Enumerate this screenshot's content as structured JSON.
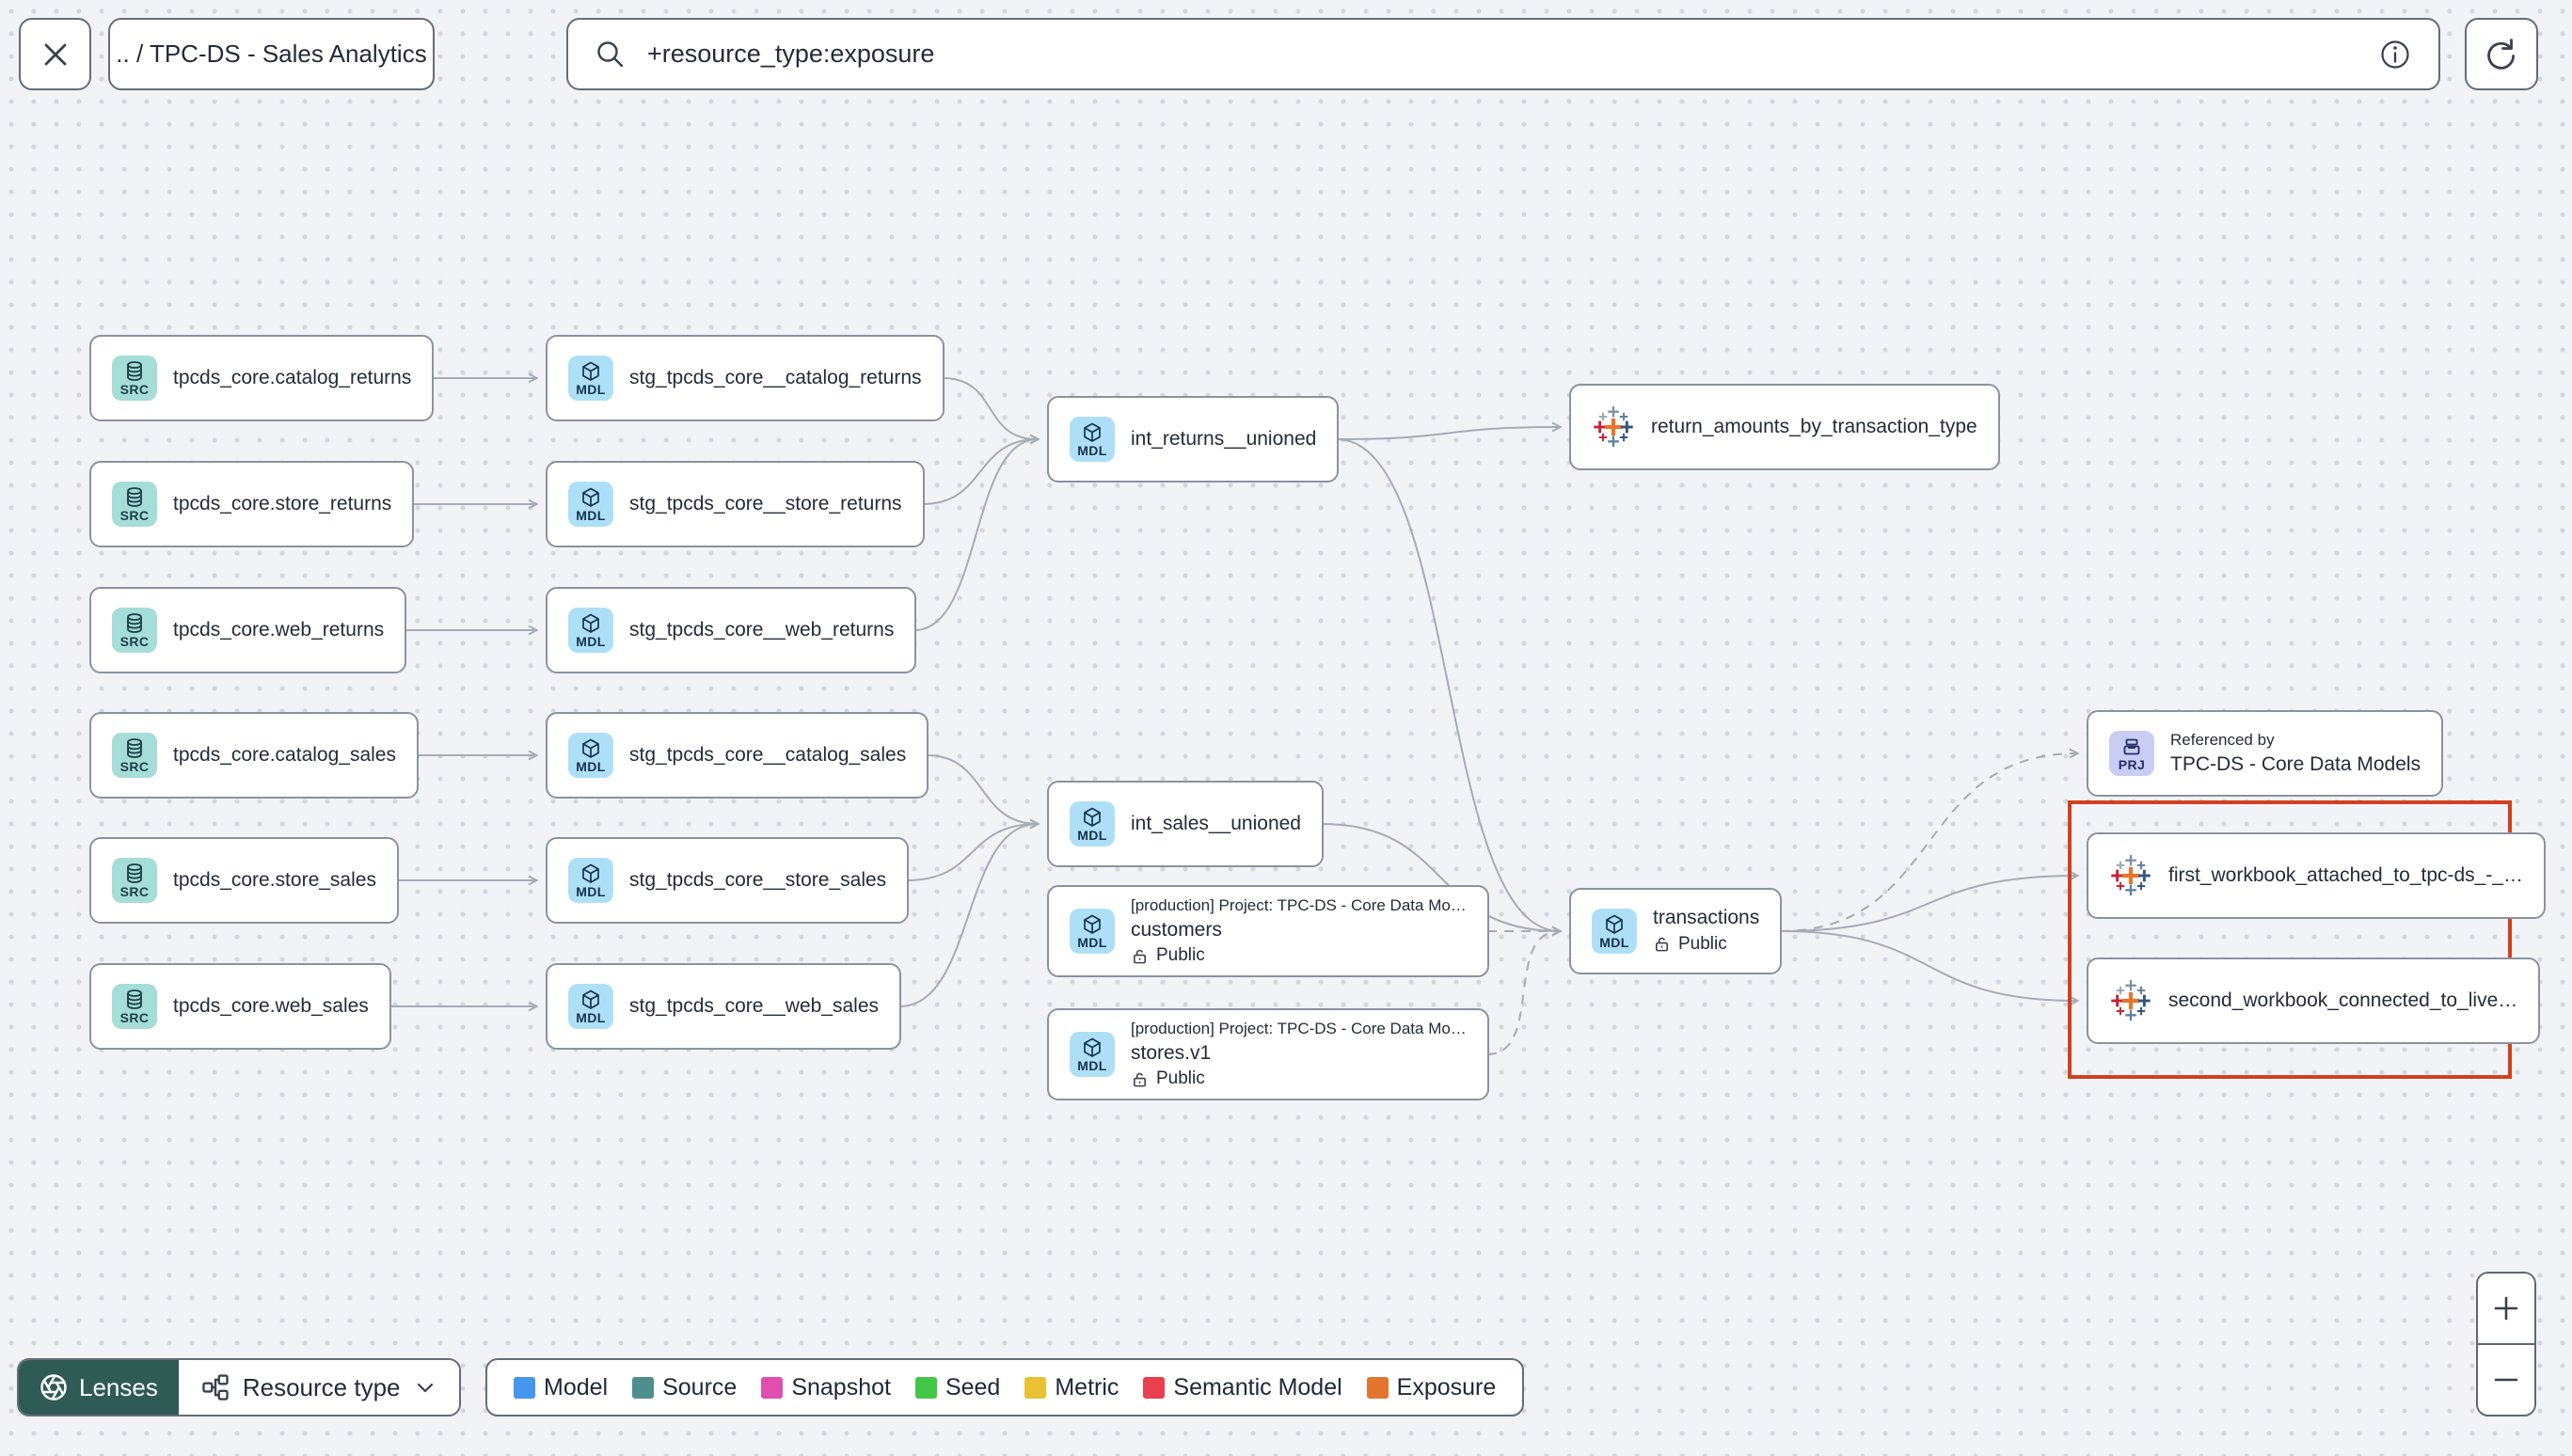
{
  "header": {
    "breadcrumb": ".. / TPC-DS - Sales Analytics",
    "search_query": "+resource_type:exposure"
  },
  "graph": {
    "nodes": [
      {
        "id": "src_catalog_returns",
        "kind": "simple",
        "badge": "SRC",
        "label": "tpcds_core.catalog_returns"
      },
      {
        "id": "src_store_returns",
        "kind": "simple",
        "badge": "SRC",
        "label": "tpcds_core.store_returns"
      },
      {
        "id": "src_web_returns",
        "kind": "simple",
        "badge": "SRC",
        "label": "tpcds_core.web_returns"
      },
      {
        "id": "src_catalog_sales",
        "kind": "simple",
        "badge": "SRC",
        "label": "tpcds_core.catalog_sales"
      },
      {
        "id": "src_store_sales",
        "kind": "simple",
        "badge": "SRC",
        "label": "tpcds_core.store_sales"
      },
      {
        "id": "src_web_sales",
        "kind": "simple",
        "badge": "SRC",
        "label": "tpcds_core.web_sales"
      },
      {
        "id": "stg_catalog_returns",
        "kind": "simple",
        "badge": "MDL",
        "label": "stg_tpcds_core__catalog_returns"
      },
      {
        "id": "stg_store_returns",
        "kind": "simple",
        "badge": "MDL",
        "label": "stg_tpcds_core__store_returns"
      },
      {
        "id": "stg_web_returns",
        "kind": "simple",
        "badge": "MDL",
        "label": "stg_tpcds_core__web_returns"
      },
      {
        "id": "stg_catalog_sales",
        "kind": "simple",
        "badge": "MDL",
        "label": "stg_tpcds_core__catalog_sales"
      },
      {
        "id": "stg_store_sales",
        "kind": "simple",
        "badge": "MDL",
        "label": "stg_tpcds_core__store_sales"
      },
      {
        "id": "stg_web_sales",
        "kind": "simple",
        "badge": "MDL",
        "label": "stg_tpcds_core__web_sales"
      },
      {
        "id": "int_returns",
        "kind": "simple",
        "badge": "MDL",
        "label": "int_returns__unioned"
      },
      {
        "id": "int_sales",
        "kind": "simple",
        "badge": "MDL",
        "label": "int_sales__unioned"
      },
      {
        "id": "customers",
        "kind": "public_model",
        "badge": "MDL",
        "project_line": "[production] Project: TPC-DS - Core Data Mo…",
        "label": "customers",
        "access": "Public"
      },
      {
        "id": "stores",
        "kind": "public_model",
        "badge": "MDL",
        "project_line": "[production] Project: TPC-DS - Core Data Mo…",
        "label": "stores.v1",
        "access": "Public"
      },
      {
        "id": "transactions",
        "kind": "access_model",
        "badge": "MDL",
        "label": "transactions",
        "access": "Public"
      },
      {
        "id": "exp_return_amounts",
        "kind": "exposure",
        "label": "return_amounts_by_transaction_type"
      },
      {
        "id": "prj_ref",
        "kind": "project",
        "badge": "PRJ",
        "title": "Referenced by",
        "label": "TPC-DS - Core Data Models"
      },
      {
        "id": "wb_first",
        "kind": "exposure",
        "label": "first_workbook_attached_to_tpc-ds_-_…"
      },
      {
        "id": "wb_second",
        "kind": "exposure",
        "label": "second_workbook_connected_to_live…"
      }
    ],
    "edges": [
      {
        "from": "src_catalog_returns",
        "to": "stg_catalog_returns",
        "style": "solid",
        "arrow": true
      },
      {
        "from": "src_store_returns",
        "to": "stg_store_returns",
        "style": "solid",
        "arrow": true
      },
      {
        "from": "src_web_returns",
        "to": "stg_web_returns",
        "style": "solid",
        "arrow": true
      },
      {
        "from": "src_catalog_sales",
        "to": "stg_catalog_sales",
        "style": "solid",
        "arrow": true
      },
      {
        "from": "src_store_sales",
        "to": "stg_store_sales",
        "style": "solid",
        "arrow": true
      },
      {
        "from": "src_web_sales",
        "to": "stg_web_sales",
        "style": "solid",
        "arrow": true
      },
      {
        "from": "stg_catalog_returns",
        "to": "int_returns",
        "style": "solid",
        "arrow": true
      },
      {
        "from": "stg_store_returns",
        "to": "int_returns",
        "style": "solid",
        "arrow": true
      },
      {
        "from": "stg_web_returns",
        "to": "int_returns",
        "style": "solid",
        "arrow": true
      },
      {
        "from": "stg_catalog_sales",
        "to": "int_sales",
        "style": "solid",
        "arrow": true
      },
      {
        "from": "stg_store_sales",
        "to": "int_sales",
        "style": "solid",
        "arrow": true
      },
      {
        "from": "stg_web_sales",
        "to": "int_sales",
        "style": "solid",
        "arrow": true
      },
      {
        "from": "int_returns",
        "to": "exp_return_amounts",
        "style": "solid",
        "arrow": true
      },
      {
        "from": "int_returns",
        "to": "transactions",
        "style": "solid",
        "arrow": true
      },
      {
        "from": "int_sales",
        "to": "transactions",
        "style": "solid",
        "arrow": true
      },
      {
        "from": "customers",
        "to": "transactions",
        "style": "dashed",
        "arrow": true
      },
      {
        "from": "stores",
        "to": "transactions",
        "style": "dashed",
        "arrow": true
      },
      {
        "from": "transactions",
        "to": "prj_ref",
        "style": "dashed",
        "arrow": true
      },
      {
        "from": "transactions",
        "to": "wb_first",
        "style": "solid",
        "arrow": true
      },
      {
        "from": "transactions",
        "to": "wb_second",
        "style": "solid",
        "arrow": true
      }
    ]
  },
  "legend": {
    "items": [
      {
        "label": "Model",
        "color": "#4596ec"
      },
      {
        "label": "Source",
        "color": "#4e8f8e"
      },
      {
        "label": "Snapshot",
        "color": "#e04fae"
      },
      {
        "label": "Seed",
        "color": "#43c747"
      },
      {
        "label": "Metric",
        "color": "#e8c232"
      },
      {
        "label": "Semantic Model",
        "color": "#e8404f"
      },
      {
        "label": "Exposure",
        "color": "#e2762e"
      }
    ]
  },
  "toolbar": {
    "lenses_label": "Lenses",
    "resource_type_label": "Resource type"
  }
}
